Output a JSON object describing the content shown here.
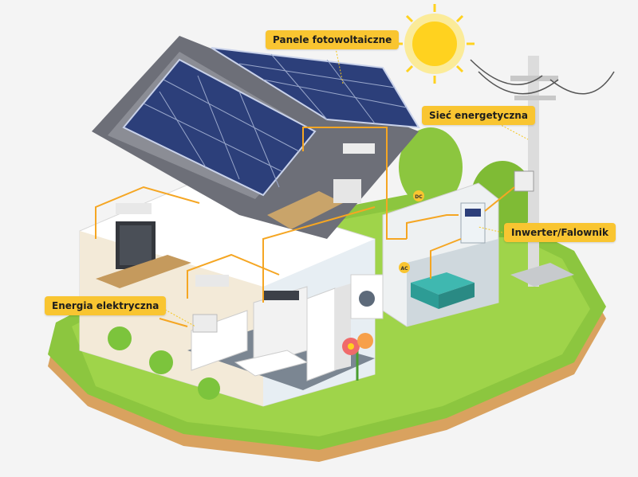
{
  "labels": {
    "panels": "Panele fotowoltaiczne",
    "grid": "Sieć energetyczna",
    "inverter": "Inwerter/Falownik",
    "energy": "Energia elektryczna"
  },
  "badges": {
    "dc": "DC",
    "ac": "AC"
  },
  "colors": {
    "label_bg": "#f9c531",
    "wire": "#f5a623",
    "grass": "#8cc63f",
    "soil": "#d9a25f",
    "roof": "#6d6f78",
    "panel": "#2c3f7a",
    "sun": "#ffd21f"
  }
}
